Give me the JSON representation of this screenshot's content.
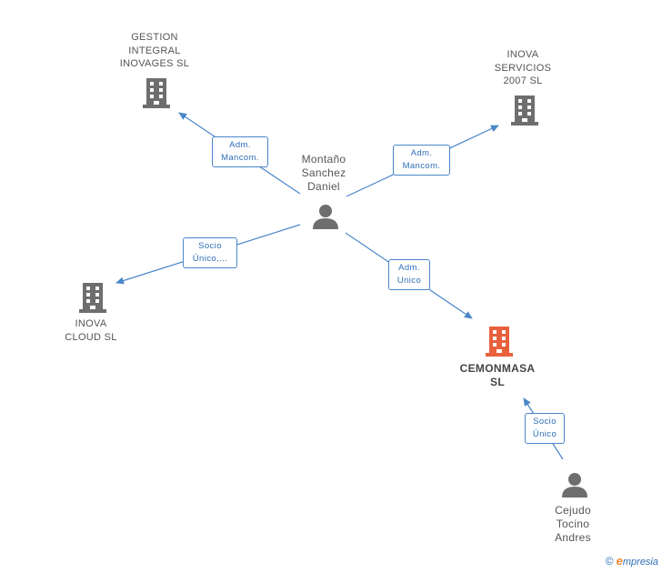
{
  "nodes": {
    "gestion": {
      "lines": [
        "GESTION",
        "INTEGRAL",
        "INOVAGES SL"
      ],
      "type": "company",
      "color": "#6e6e6e"
    },
    "servicios": {
      "lines": [
        "INOVA",
        "SERVICIOS",
        "2007 SL"
      ],
      "type": "company",
      "color": "#6e6e6e"
    },
    "cloud": {
      "lines": [
        "INOVA",
        "CLOUD SL"
      ],
      "type": "company",
      "color": "#6e6e6e"
    },
    "cemonmasa": {
      "lines": [
        "CEMONMASA",
        "SL"
      ],
      "type": "company",
      "color": "#e8603c"
    },
    "montano": {
      "lines": [
        "Montaño",
        "Sanchez",
        "Daniel"
      ],
      "type": "person",
      "color": "#6e6e6e"
    },
    "cejudo": {
      "lines": [
        "Cejudo",
        "Tocino",
        "Andres"
      ],
      "type": "person",
      "color": "#6e6e6e"
    }
  },
  "edges": [
    {
      "id": "e1",
      "lines": [
        "Adm.",
        "Mancom."
      ]
    },
    {
      "id": "e2",
      "lines": [
        "Adm.",
        "Mancom."
      ]
    },
    {
      "id": "e3",
      "lines": [
        "Socio",
        "Único,..."
      ]
    },
    {
      "id": "e4",
      "lines": [
        "Adm.",
        "Unico"
      ]
    },
    {
      "id": "e5",
      "lines": [
        "Socio",
        "Único"
      ]
    }
  ],
  "colors": {
    "edge": "#4a86c8",
    "badge_text": "#2f6fb8"
  },
  "watermark": {
    "copyright": "©",
    "brand_initial": "e",
    "brand_rest": "mpresia"
  }
}
